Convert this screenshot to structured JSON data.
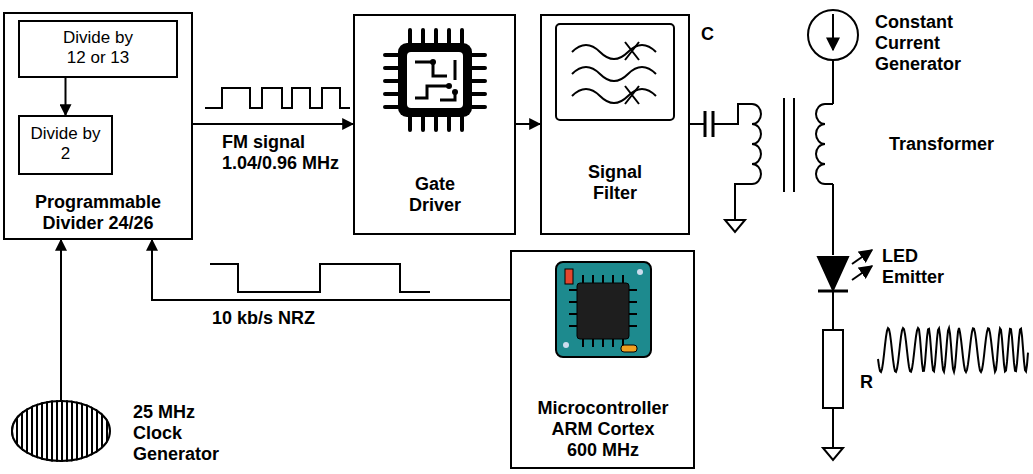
{
  "diagram": {
    "nodes": [
      {
        "text": [
          "Programmable Divider 24/26"
        ]
      },
      {
        "text": [
          "Divide by 12 or 13"
        ],
        "in": 0
      },
      {
        "text": [
          "Divide by 2"
        ],
        "in": 0
      },
      {
        "text": [
          "Gate Driver"
        ]
      },
      {
        "text": [
          "Signal Filter"
        ]
      },
      {
        "text": [
          "Constant Current Generator"
        ]
      },
      {
        "text": [
          "Microcontroller ARM Cortex 600 MHz"
        ]
      },
      {
        "text": [
          "25 MHz Clock Generator"
        ]
      }
    ],
    "edges": [
      {
        "from": 1,
        "to": 2,
        "arrow": "to"
      },
      {
        "from": 0,
        "to": 3,
        "label": "FM signal 1.04/0.96 MHz",
        "arrow": "to"
      },
      {
        "from": 3,
        "to": 4,
        "arrow": "to"
      },
      {
        "from": 6,
        "to": 0,
        "label": "10 kb/s NRZ",
        "arrow": "to"
      },
      {
        "from": 7,
        "to": 0,
        "arrow": "to"
      }
    ],
    "labels": [
      "C",
      "Transformer",
      "LED Emitter",
      "R"
    ]
  }
}
